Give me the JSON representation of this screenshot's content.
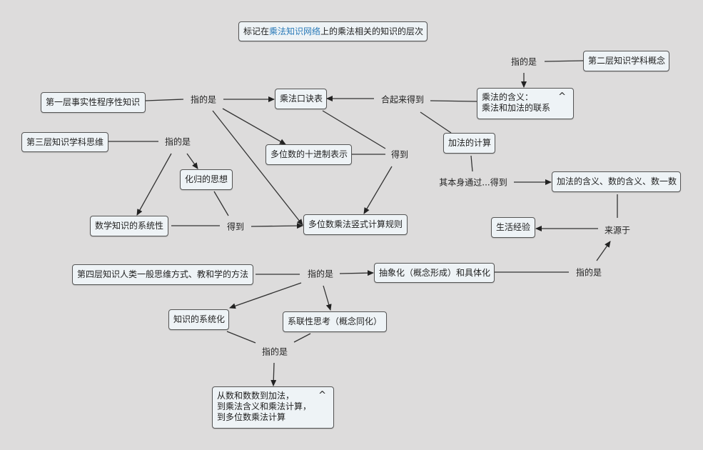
{
  "title": {
    "before": "标记在",
    "highlight": "乘法知识网络",
    "after": "上的乘法相关的知识的层次",
    "highlight_color": "#2a7ab8"
  },
  "nodes": {
    "layer1": "第一层事实性程序性知识",
    "layer2": "第二层知识学科概念",
    "layer3": "第三层知识学科思维",
    "layer4": "第四层知识人类一般思维方式、教和学的方法",
    "koujue": "乘法口诀表",
    "decimal": "多位数的十进制表示",
    "huagui": "化归的思想",
    "systematic": "数学知识的系统性",
    "vertical": "多位数乘法竖式计算规则",
    "meaning_line1": "乘法的含义：",
    "meaning_line2": "乘法和加法的联系",
    "addition_calc": "加法的计算",
    "addition_meaning": "加法的含义、数的含义、数一数",
    "life": "生活经验",
    "abstraction": "抽象化（概念形成）和具体化",
    "systematize": "知识的系统化",
    "connect": "系联性思考（概念同化）",
    "path_line1": "从数和数数到加法，",
    "path_line2": "到乘法含义和乘法计算，",
    "path_line3": "到多位数乘法计算"
  },
  "labels": {
    "refers1": "指的是",
    "combine": "合起来得到",
    "refers3": "指的是",
    "get1": "得到",
    "get2": "得到",
    "refers2": "指的是",
    "through": "其本身通过...得到",
    "from": "来源于",
    "refers4": "指的是",
    "refers5": "指的是",
    "refers6": "指的是"
  },
  "icons": {
    "collapse": "caret-up-icon"
  }
}
